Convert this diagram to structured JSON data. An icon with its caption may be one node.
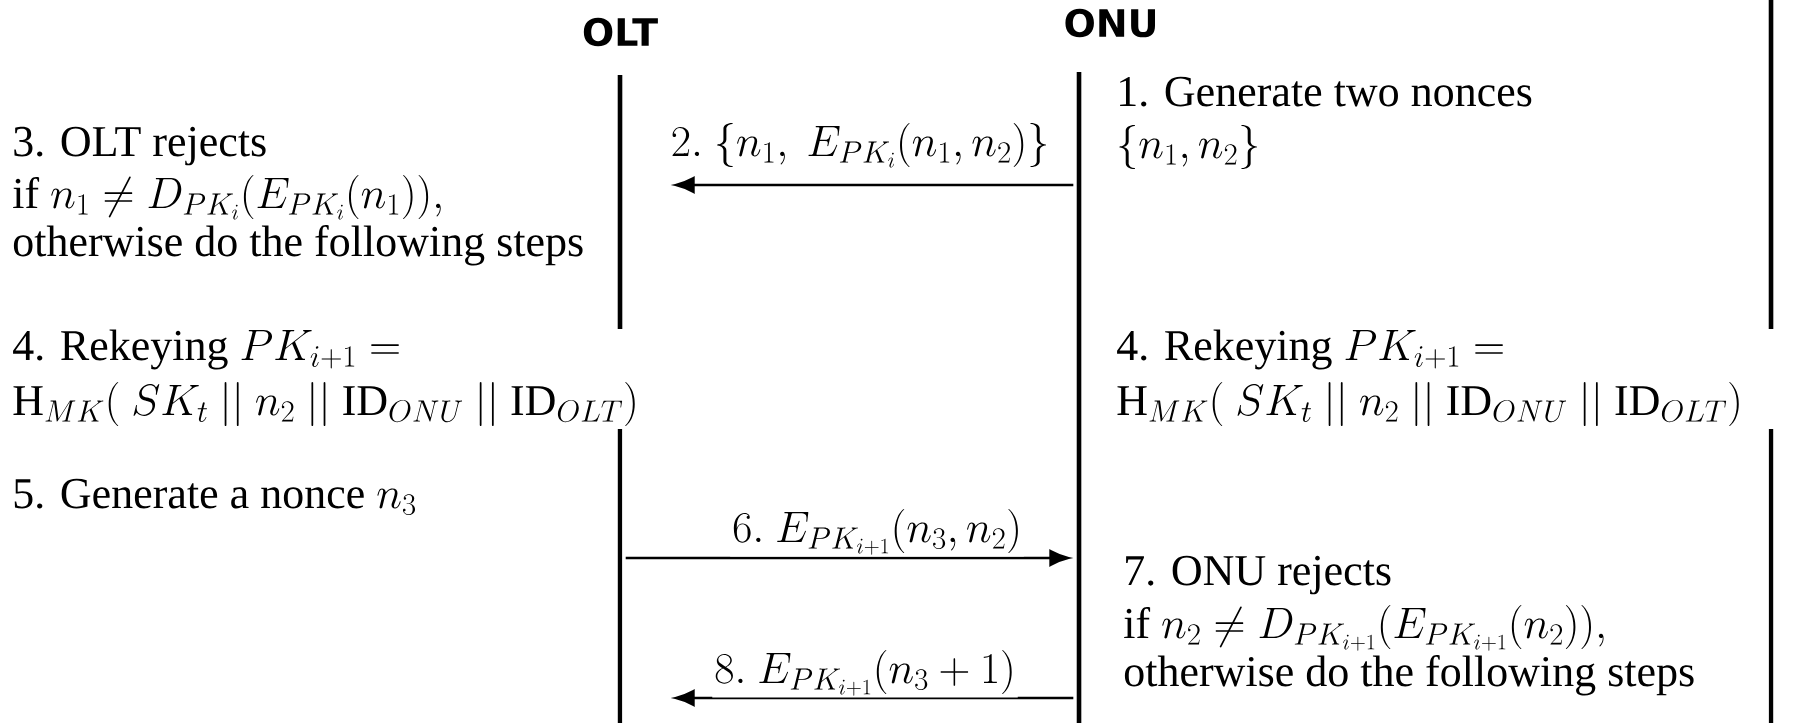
{
  "diagram": {
    "nodes": [
      {
        "text": [
          "OLT"
        ]
      },
      {
        "text": [
          "ONU"
        ]
      }
    ],
    "edges": [
      {
        "from": 1,
        "to": 0,
        "arrow": "to",
        "label": "2.\\ \\{n_1,\\ E_{PK_i}(n_1,n_2)\\}"
      },
      {
        "from": 0,
        "to": 1,
        "arrow": "to",
        "label": "6.\\ E_{PK_{i+1}}(n_3,n_2)"
      },
      {
        "from": 1,
        "to": 0,
        "arrow": "to",
        "label": "8.\\ E_{PK_{i+1}}(n_3+1)"
      }
    ],
    "labels": [
      "1. Generate two nonces",
      "\\{n_1, n_2\\}",
      "3. OLT rejects",
      "\\text{if } n_1 \\neq D_{PK_i}(E_{PK_i}(n_1)),",
      "otherwise do the following steps",
      "\\text{4. Rekeying } PK_{i+1} =",
      "\\mathrm{H}_{MK}(\\ SK_t\\ ||\\ n_2\\ ||\\ \\mathrm{ID}_{ONU}\\ ||\\ \\mathrm{ID}_{OLT})",
      "\\text{4. Rekeying } PK_{i+1} =",
      "\\mathrm{H}_{MK}(\\ SK_t\\ ||\\ n_2\\ ||\\ \\mathrm{ID}_{ONU}\\ ||\\ \\mathrm{ID}_{OLT})",
      "\\text{5. Generate a nonce } n_3",
      "7. ONU rejects",
      "\\text{if } n_2 \\neq D_{PK_{i+1}}(E_{PK_{i+1}}(n_2)),",
      "otherwise do the following steps"
    ]
  }
}
